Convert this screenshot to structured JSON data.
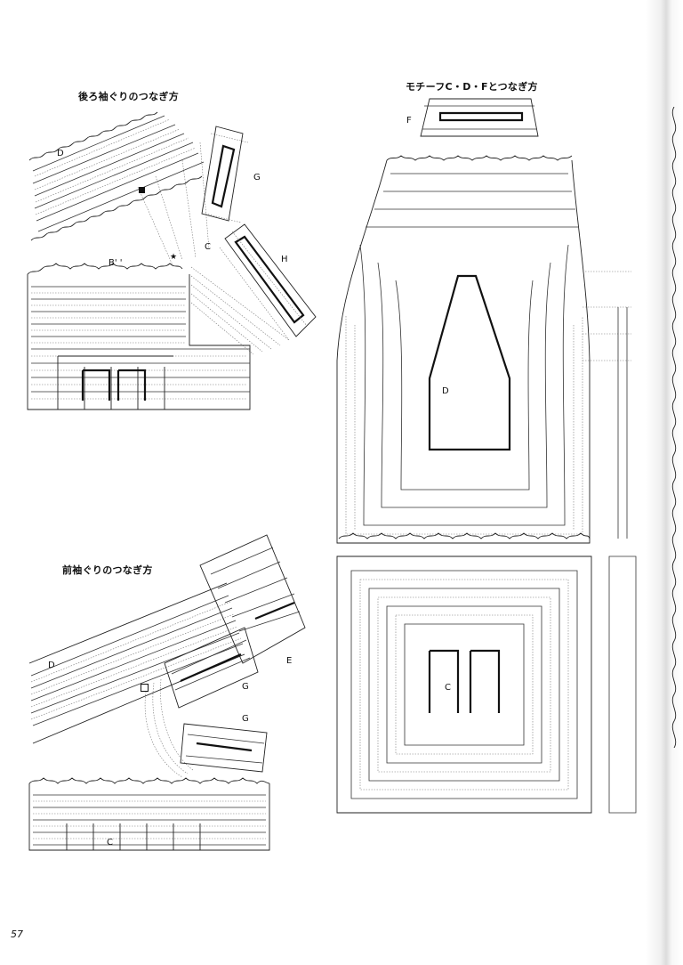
{
  "headings": {
    "back_armhole": "後ろ袖ぐりのつなぎ方",
    "front_armhole": "前袖ぐりのつなぎ方",
    "motif_join": "モチーフC・D・Fとつなぎ方"
  },
  "labels": {
    "back_D": "D",
    "back_G": "G",
    "back_C": "C",
    "back_H": "H",
    "back_B": "B' '",
    "front_D": "D",
    "front_E": "E",
    "front_G1": "G",
    "front_G2": "G",
    "front_C": "C",
    "right_F": "F",
    "right_D": "D",
    "right_C": "C"
  },
  "markers": {
    "square_filled": "■",
    "star": "★",
    "square_open": "□"
  },
  "page_number": "57"
}
